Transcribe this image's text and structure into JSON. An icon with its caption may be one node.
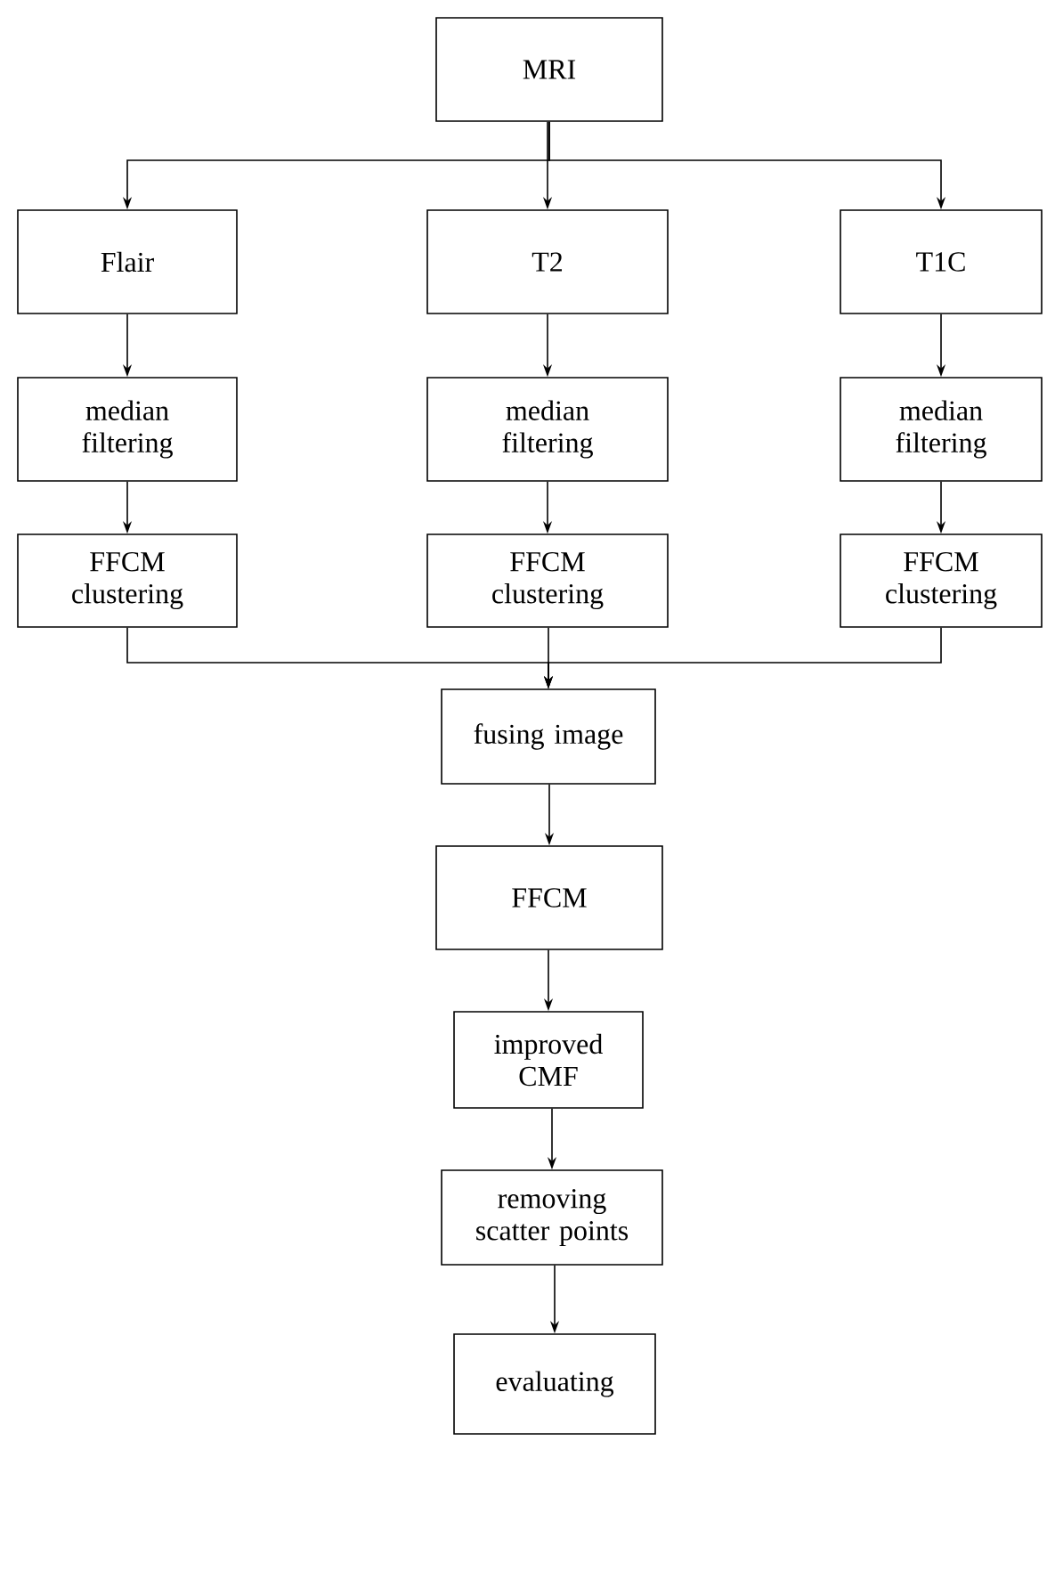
{
  "diagram": {
    "nodes": [
      {
        "text": [
          "MRI"
        ]
      },
      {
        "text": [
          "Flair"
        ]
      },
      {
        "text": [
          "T2"
        ]
      },
      {
        "text": [
          "T1C"
        ]
      },
      {
        "text": [
          "median filtering"
        ]
      },
      {
        "text": [
          "median filtering"
        ]
      },
      {
        "text": [
          "median filtering"
        ]
      },
      {
        "text": [
          "FFCM clustering"
        ]
      },
      {
        "text": [
          "FFCM clustering"
        ]
      },
      {
        "text": [
          "FFCM clustering"
        ]
      },
      {
        "text": [
          "fusing image"
        ]
      },
      {
        "text": [
          "FFCM"
        ]
      },
      {
        "text": [
          "improved CMF"
        ]
      },
      {
        "text": [
          "removing scatter points"
        ]
      },
      {
        "text": [
          "evaluating"
        ]
      }
    ],
    "edges": [
      {
        "from": 0,
        "to": 1,
        "arrow": "to"
      },
      {
        "from": 0,
        "to": 2,
        "arrow": "to"
      },
      {
        "from": 0,
        "to": 3,
        "arrow": "to"
      },
      {
        "from": 1,
        "to": 4,
        "arrow": "to"
      },
      {
        "from": 2,
        "to": 5,
        "arrow": "to"
      },
      {
        "from": 3,
        "to": 6,
        "arrow": "to"
      },
      {
        "from": 4,
        "to": 7,
        "arrow": "to"
      },
      {
        "from": 5,
        "to": 8,
        "arrow": "to"
      },
      {
        "from": 6,
        "to": 9,
        "arrow": "to"
      },
      {
        "from": 7,
        "to": 10,
        "arrow": "to"
      },
      {
        "from": 8,
        "to": 10,
        "arrow": "to"
      },
      {
        "from": 9,
        "to": 10,
        "arrow": "to"
      },
      {
        "from": 10,
        "to": 11,
        "arrow": "to"
      },
      {
        "from": 11,
        "to": 12,
        "arrow": "to"
      },
      {
        "from": 12,
        "to": 13,
        "arrow": "to"
      },
      {
        "from": 13,
        "to": 14,
        "arrow": "to"
      }
    ]
  }
}
